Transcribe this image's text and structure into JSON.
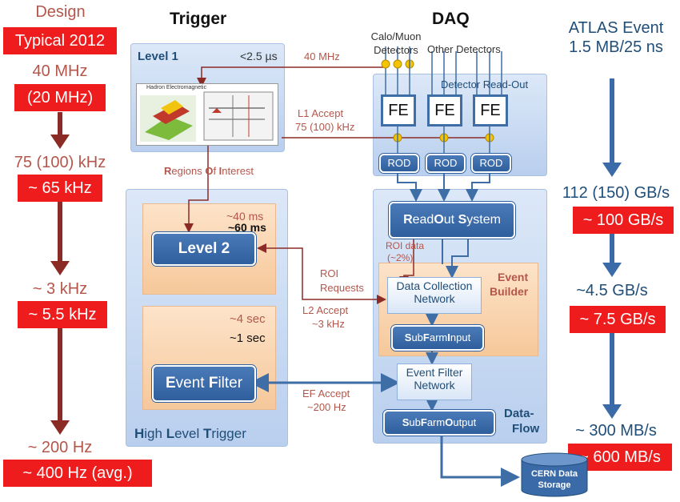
{
  "left_column": {
    "title": "Design",
    "subtitle_box": "Typical 2012",
    "stages": [
      {
        "design": "40 MHz",
        "typical": "(20 MHz)"
      },
      {
        "design": "75 (100) kHz",
        "typical": "~ 65 kHz"
      },
      {
        "design": "~ 3 kHz",
        "typical": "~ 5.5 kHz"
      },
      {
        "design": "~ 200 Hz",
        "typical": "~ 400 Hz (avg.)"
      }
    ]
  },
  "right_column": {
    "title_line1": "ATLAS Event",
    "title_line2": "1.5 MB/25 ns",
    "stages": [
      {
        "design": "112 (150) GB/s",
        "typical": "~ 100 GB/s"
      },
      {
        "design": "~4.5 GB/s",
        "typical": "~ 7.5 GB/s"
      },
      {
        "design": "~ 300 MB/s",
        "typical": "~ 600 MB/s"
      }
    ]
  },
  "headers": {
    "trigger": "Trigger",
    "daq": "DAQ"
  },
  "level1": {
    "title": "Level 1",
    "latency": "<2.5 µs",
    "img_caption": "Hadron Electromagnetic"
  },
  "arrows": {
    "mhz": "40 MHz",
    "l1_accept_1": "L1 Accept",
    "l1_accept_2": "75 (100) kHz",
    "roi_pre": "R",
    "roi_text": "egions ",
    "roi_o": "O",
    "roi_f": "f ",
    "roi_i": "I",
    "roi_rest": "nterest",
    "roi_req_1": "ROI",
    "roi_req_2": "Requests",
    "l2_accept_1": "L2 Accept",
    "l2_accept_2": "~3 kHz",
    "ef_accept_1": "EF Accept",
    "ef_accept_2": "~200 Hz",
    "roi_data_1": "ROI data",
    "roi_data_2": "(~2%)"
  },
  "detectors": {
    "calo_muon_1": "Calo/Muon",
    "calo_muon_2": "Detectors",
    "other": "Other Detectors",
    "readout": "Detector Read-Out"
  },
  "fe_label": "FE",
  "rod_label": "ROD",
  "hlt": {
    "title_h": "H",
    "title_igh": "igh ",
    "title_l": "L",
    "title_evel": "evel ",
    "title_t": "T",
    "title_rigger": "rigger",
    "l2_time_1": "~40 ms",
    "l2_time_2": "~60 ms",
    "level2": "Level 2",
    "ef_time_1": "~4 sec",
    "ef_time_2": "~1 sec",
    "ef_e": "E",
    "ef_vent": "vent ",
    "ef_f": "F",
    "ef_ilter": "ilter"
  },
  "dataflow": {
    "ros_r": "R",
    "ros_ead": "ead",
    "ros_o": "O",
    "ros_ut": "ut ",
    "ros_s": "S",
    "ros_ystem": "ystem",
    "eb_1": "Event",
    "eb_2": "Builder",
    "dcn": "Data Collection Network",
    "sfi_s": "S",
    "sfi_ub": "ub",
    "sfi_f": "F",
    "sfi_arm": "arm",
    "sfi_i": "I",
    "sfi_nput": "nput",
    "efn": "Event Filter Network",
    "sfo_s": "S",
    "sfo_ub": "ub",
    "sfo_f": "F",
    "sfo_arm": "arm",
    "sfo_o": "O",
    "sfo_utput": "utput",
    "df_1": "Data-",
    "df_2": "Flow",
    "storage_1": "CERN Data",
    "storage_2": "Storage"
  },
  "colors": {
    "red_box": "#ee1c1c",
    "dark_red": "#8b2b26",
    "navy": "#2f5f9c",
    "orange": "#f6c89a",
    "panel": "#c9daf2"
  }
}
